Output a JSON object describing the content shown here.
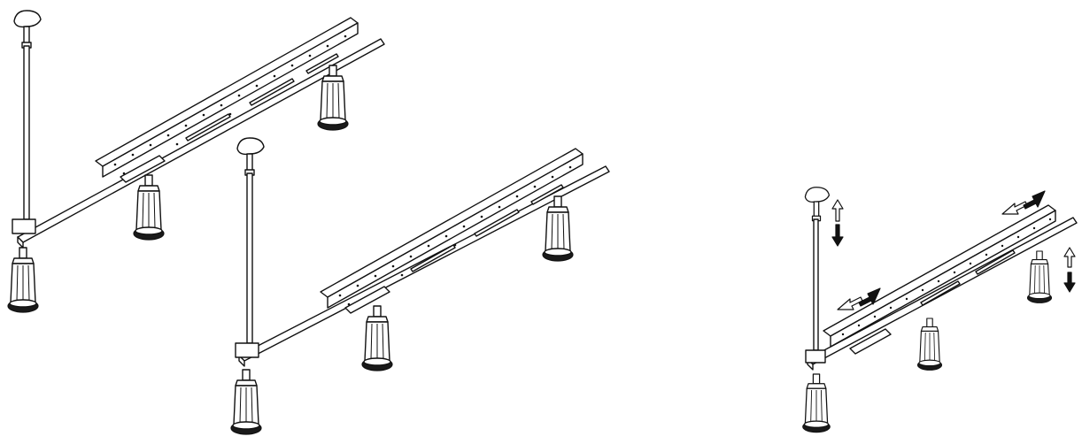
{
  "figure": {
    "assemblies": [
      {
        "id": "frame-left",
        "variant": "plain"
      },
      {
        "id": "frame-middle",
        "variant": "plain"
      },
      {
        "id": "frame-right",
        "variant": "adjustment",
        "arrows": [
          "vertical",
          "horizontal"
        ]
      }
    ],
    "colors": {
      "line": "#111111",
      "background": "#ffffff",
      "fill": "#ffffff",
      "dark": "#1a1a1a"
    }
  }
}
